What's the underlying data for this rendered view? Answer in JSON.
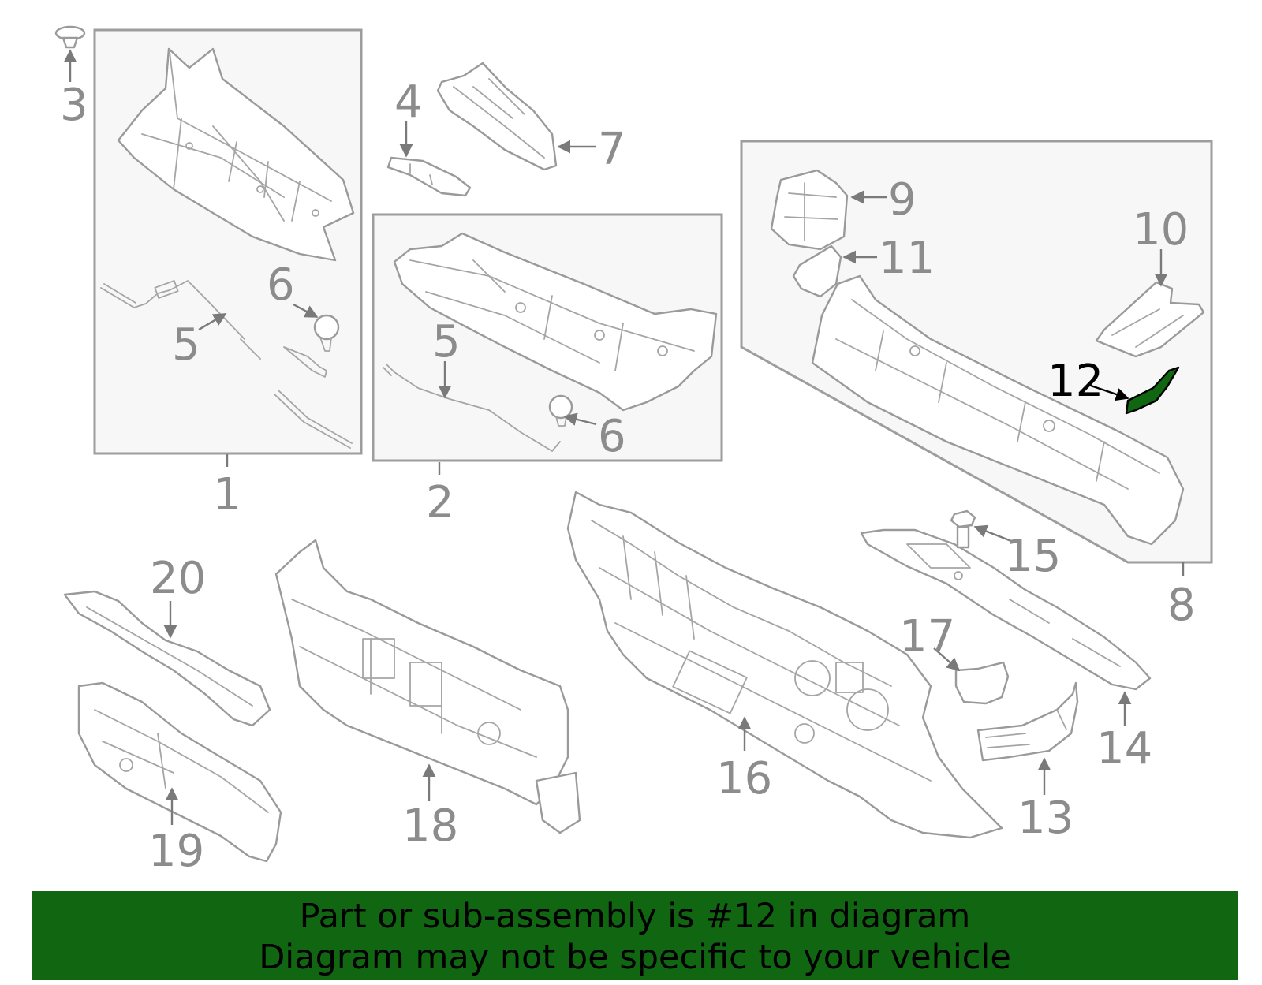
{
  "diagram": {
    "callouts": {
      "c1": "1",
      "c2": "2",
      "c3": "3",
      "c4": "4",
      "c5a": "5",
      "c5b": "5",
      "c6a": "6",
      "c6b": "6",
      "c7": "7",
      "c8": "8",
      "c9": "9",
      "c10": "10",
      "c11": "11",
      "c12": "12",
      "c13": "13",
      "c14": "14",
      "c15": "15",
      "c16": "16",
      "c17": "17",
      "c18": "18",
      "c19": "19",
      "c20": "20"
    },
    "highlighted_part": "12",
    "colors": {
      "highlight": "#116611",
      "linework": "#9a9a9a",
      "callout_text": "#8c8c8c",
      "banner_bg": "#116611"
    }
  },
  "banner": {
    "line1": "Part or sub-assembly is #12 in diagram",
    "line2": "Diagram may not be specific to your vehicle"
  }
}
